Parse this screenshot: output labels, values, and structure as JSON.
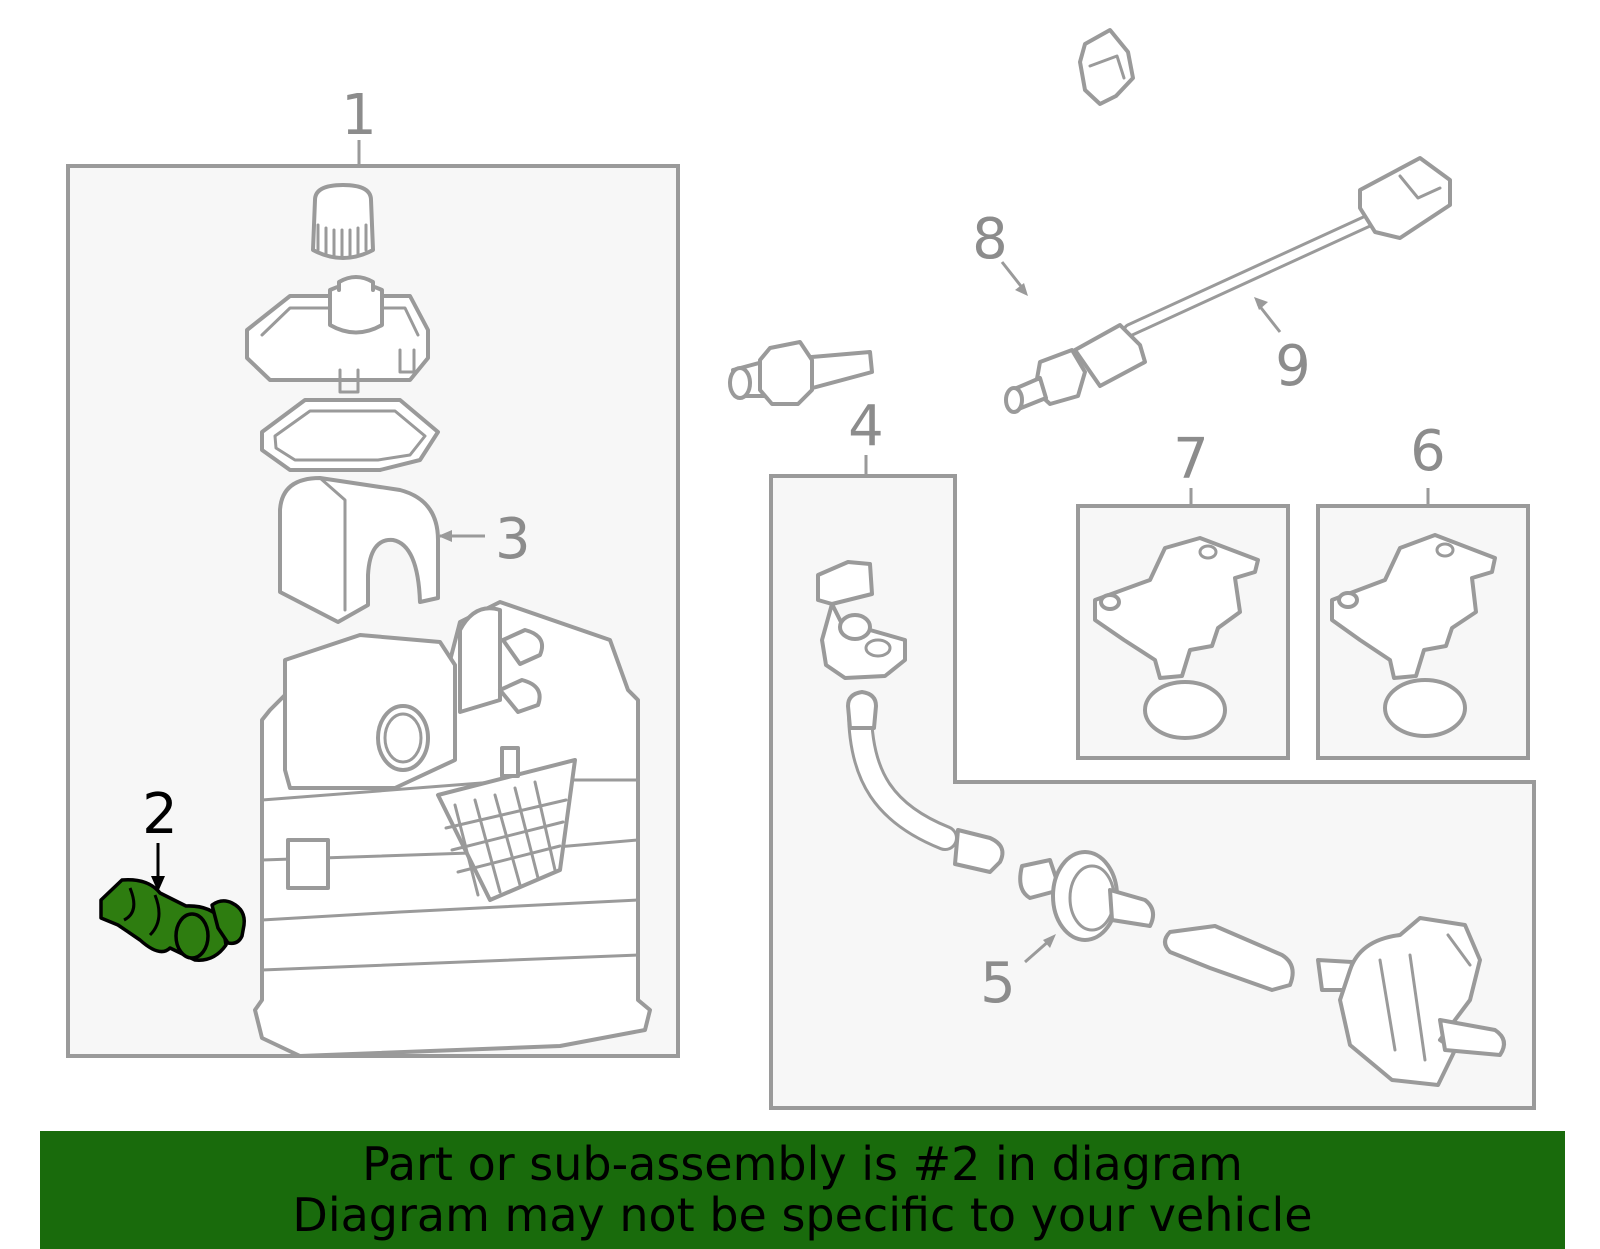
{
  "callouts": {
    "c1": "1",
    "c2": "2",
    "c3": "3",
    "c4": "4",
    "c5": "5",
    "c6": "6",
    "c7": "7",
    "c8": "8",
    "c9": "9"
  },
  "highlighted_part": "2",
  "colors": {
    "banner_background": "#196b0c",
    "highlight_fill": "#2e7d10",
    "outline_gray": "#9a9a9a",
    "box_fill": "#f7f7f7"
  },
  "banner": {
    "line1": "Part or sub-assembly is #2 in diagram",
    "line2": "Diagram may not be specific to your vehicle"
  }
}
